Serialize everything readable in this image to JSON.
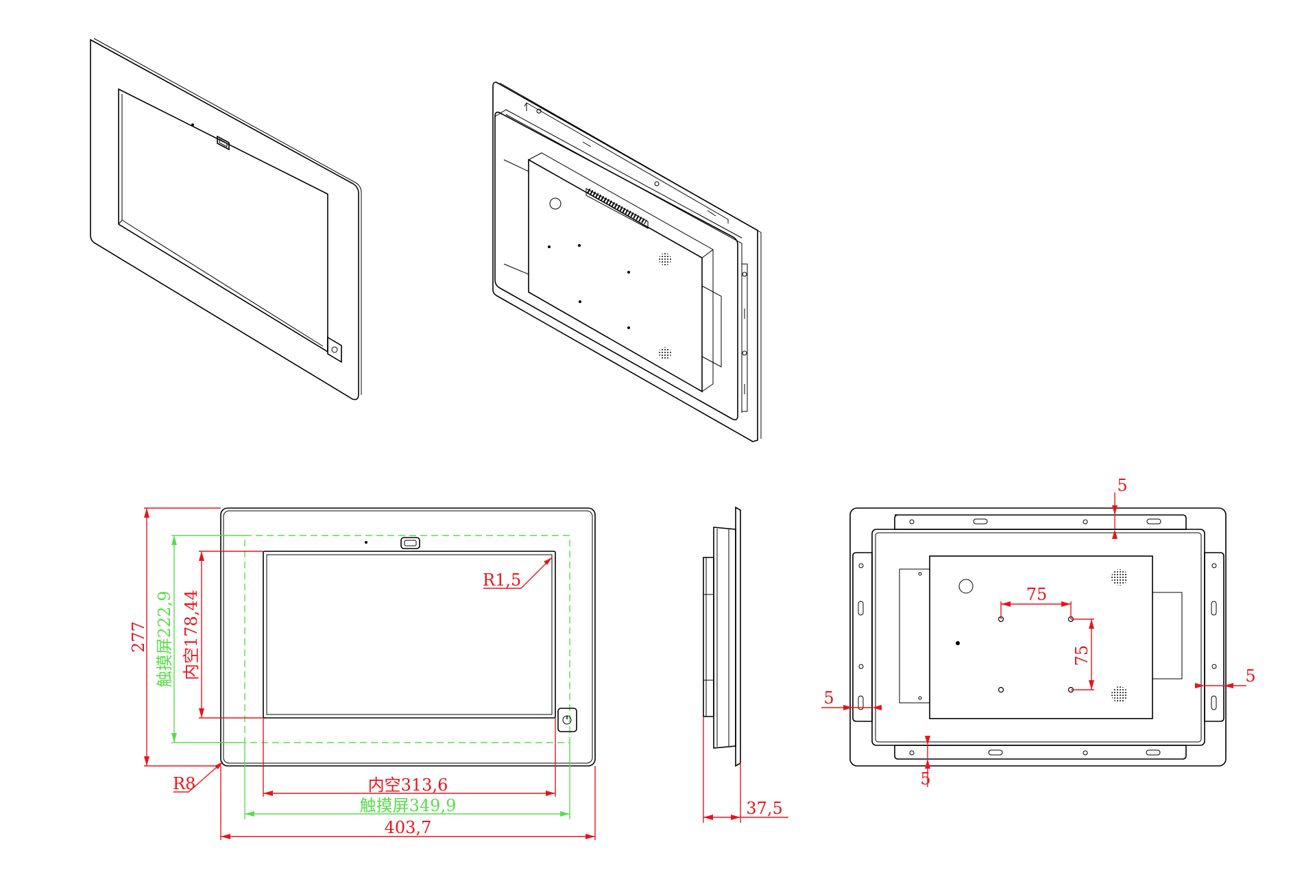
{
  "dimensions": {
    "total_width": "403,7",
    "touch_width": "触摸屏349,9",
    "inner_width": "内空313,6",
    "total_height": "277",
    "touch_height": "触摸屏222,9",
    "inner_height": "内空178,44",
    "corner_radius_outer": "R8",
    "corner_radius_inner": "R1,5",
    "depth": "37,5",
    "vesa_horizontal": "75",
    "vesa_vertical": "75",
    "bracket_top": "5",
    "bracket_bottom": "5",
    "bracket_left": "5",
    "bracket_right": "5"
  },
  "colors": {
    "outline": "#000000",
    "dimension": "#e8141c",
    "touch_area": "#59dc4a"
  }
}
